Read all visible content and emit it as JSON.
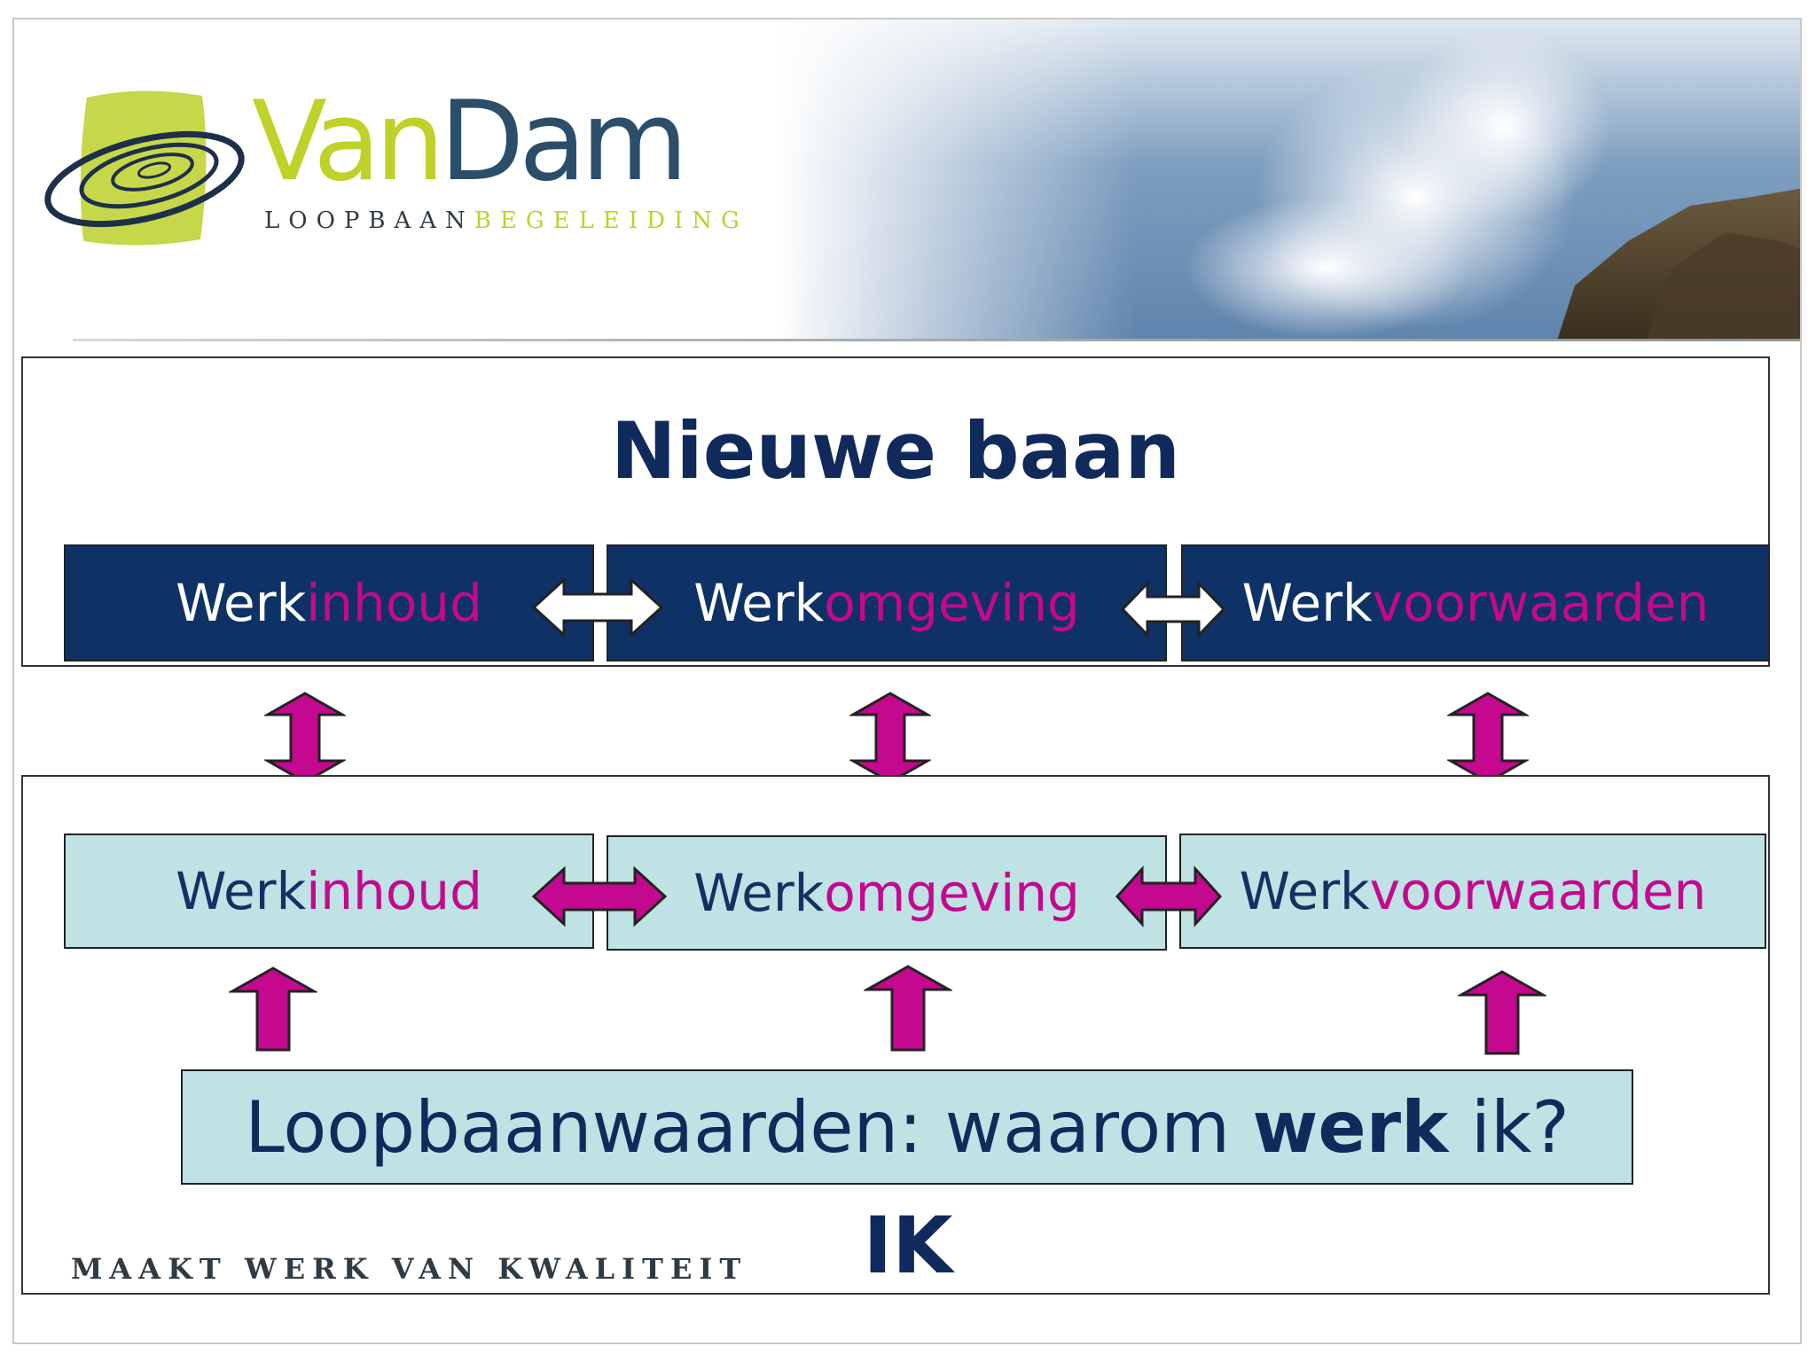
{
  "header": {
    "logo_van": "Van",
    "logo_dam": "Dam",
    "logo_sub_a": "LOOPBAAN",
    "logo_sub_b": "BEGELEIDING"
  },
  "new_job": {
    "title": "Nieuwe baan",
    "boxes": [
      {
        "prefix": "Werk",
        "suffix": "inhoud"
      },
      {
        "prefix": "Werk",
        "suffix": "omgeving"
      },
      {
        "prefix": "Werk",
        "suffix": "voorwaarden"
      }
    ]
  },
  "self": {
    "boxes": [
      {
        "prefix": "Werk",
        "suffix": "inhoud"
      },
      {
        "prefix": "Werk",
        "suffix": "omgeving"
      },
      {
        "prefix": "Werk",
        "suffix": "voorwaarden"
      }
    ],
    "values_box": {
      "part1": "Loopbaanwaarden: waarom ",
      "part2": "werk",
      "part3": " ik?"
    },
    "label": "IK"
  },
  "footer": {
    "slogan": "MAAKT WERK VAN KWALITEIT"
  },
  "colors": {
    "navy": "#0e3266",
    "light_teal": "#bfe2e4",
    "magenta": "#c4088f",
    "logo_green": "#c0d12a"
  }
}
